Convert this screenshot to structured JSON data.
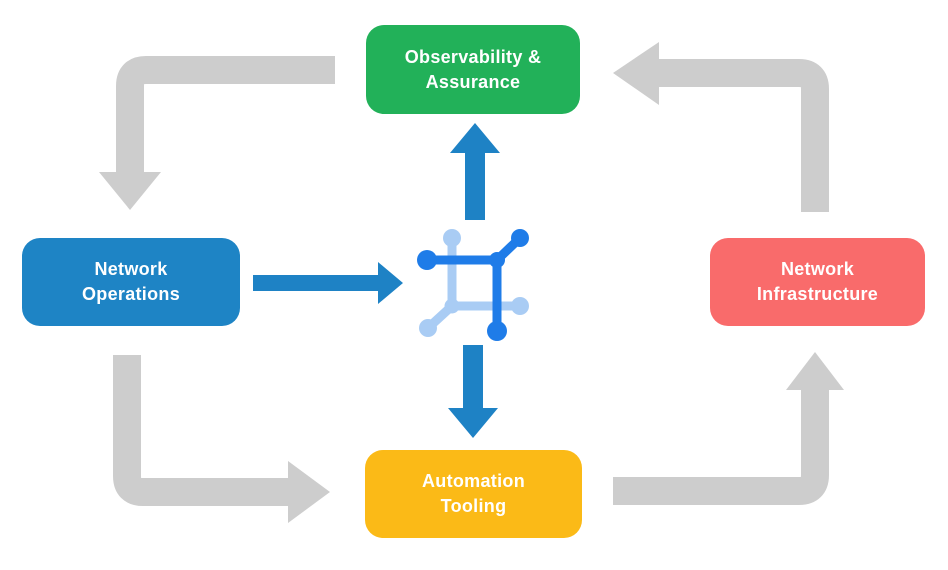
{
  "canvas": {
    "background": "#FFFFFF",
    "text_color": "#FFFFFF"
  },
  "nodes": {
    "observability": {
      "line1": "Observability &",
      "line2": "Assurance",
      "color": "#22B159"
    },
    "operations": {
      "line1": "Network",
      "line2": "Operations",
      "color": "#1E84C5"
    },
    "infrastructure": {
      "line1": "Network",
      "line2": "Infrastructure",
      "color": "#F96B6B"
    },
    "automation": {
      "line1": "Automation",
      "line2": "Tooling",
      "color": "#FBBA17"
    }
  },
  "center_icon": {
    "name": "network-mesh-icon",
    "dark_blue": "#1F7CE8",
    "light_blue": "#A9CCF4"
  },
  "arrows": {
    "cycle_color": "#CDCDCD",
    "flow_color": "#1E82C5",
    "cycle": [
      {
        "from": "Observability & Assurance",
        "to": "Network Operations"
      },
      {
        "from": "Network Operations",
        "to": "Automation Tooling"
      },
      {
        "from": "Automation Tooling",
        "to": "Network Infrastructure"
      },
      {
        "from": "Network Infrastructure",
        "to": "Observability & Assurance"
      }
    ],
    "flow": [
      {
        "from": "Network Operations",
        "to": "center"
      },
      {
        "from": "center",
        "to": "Observability & Assurance"
      },
      {
        "from": "center",
        "to": "Automation Tooling"
      }
    ]
  }
}
